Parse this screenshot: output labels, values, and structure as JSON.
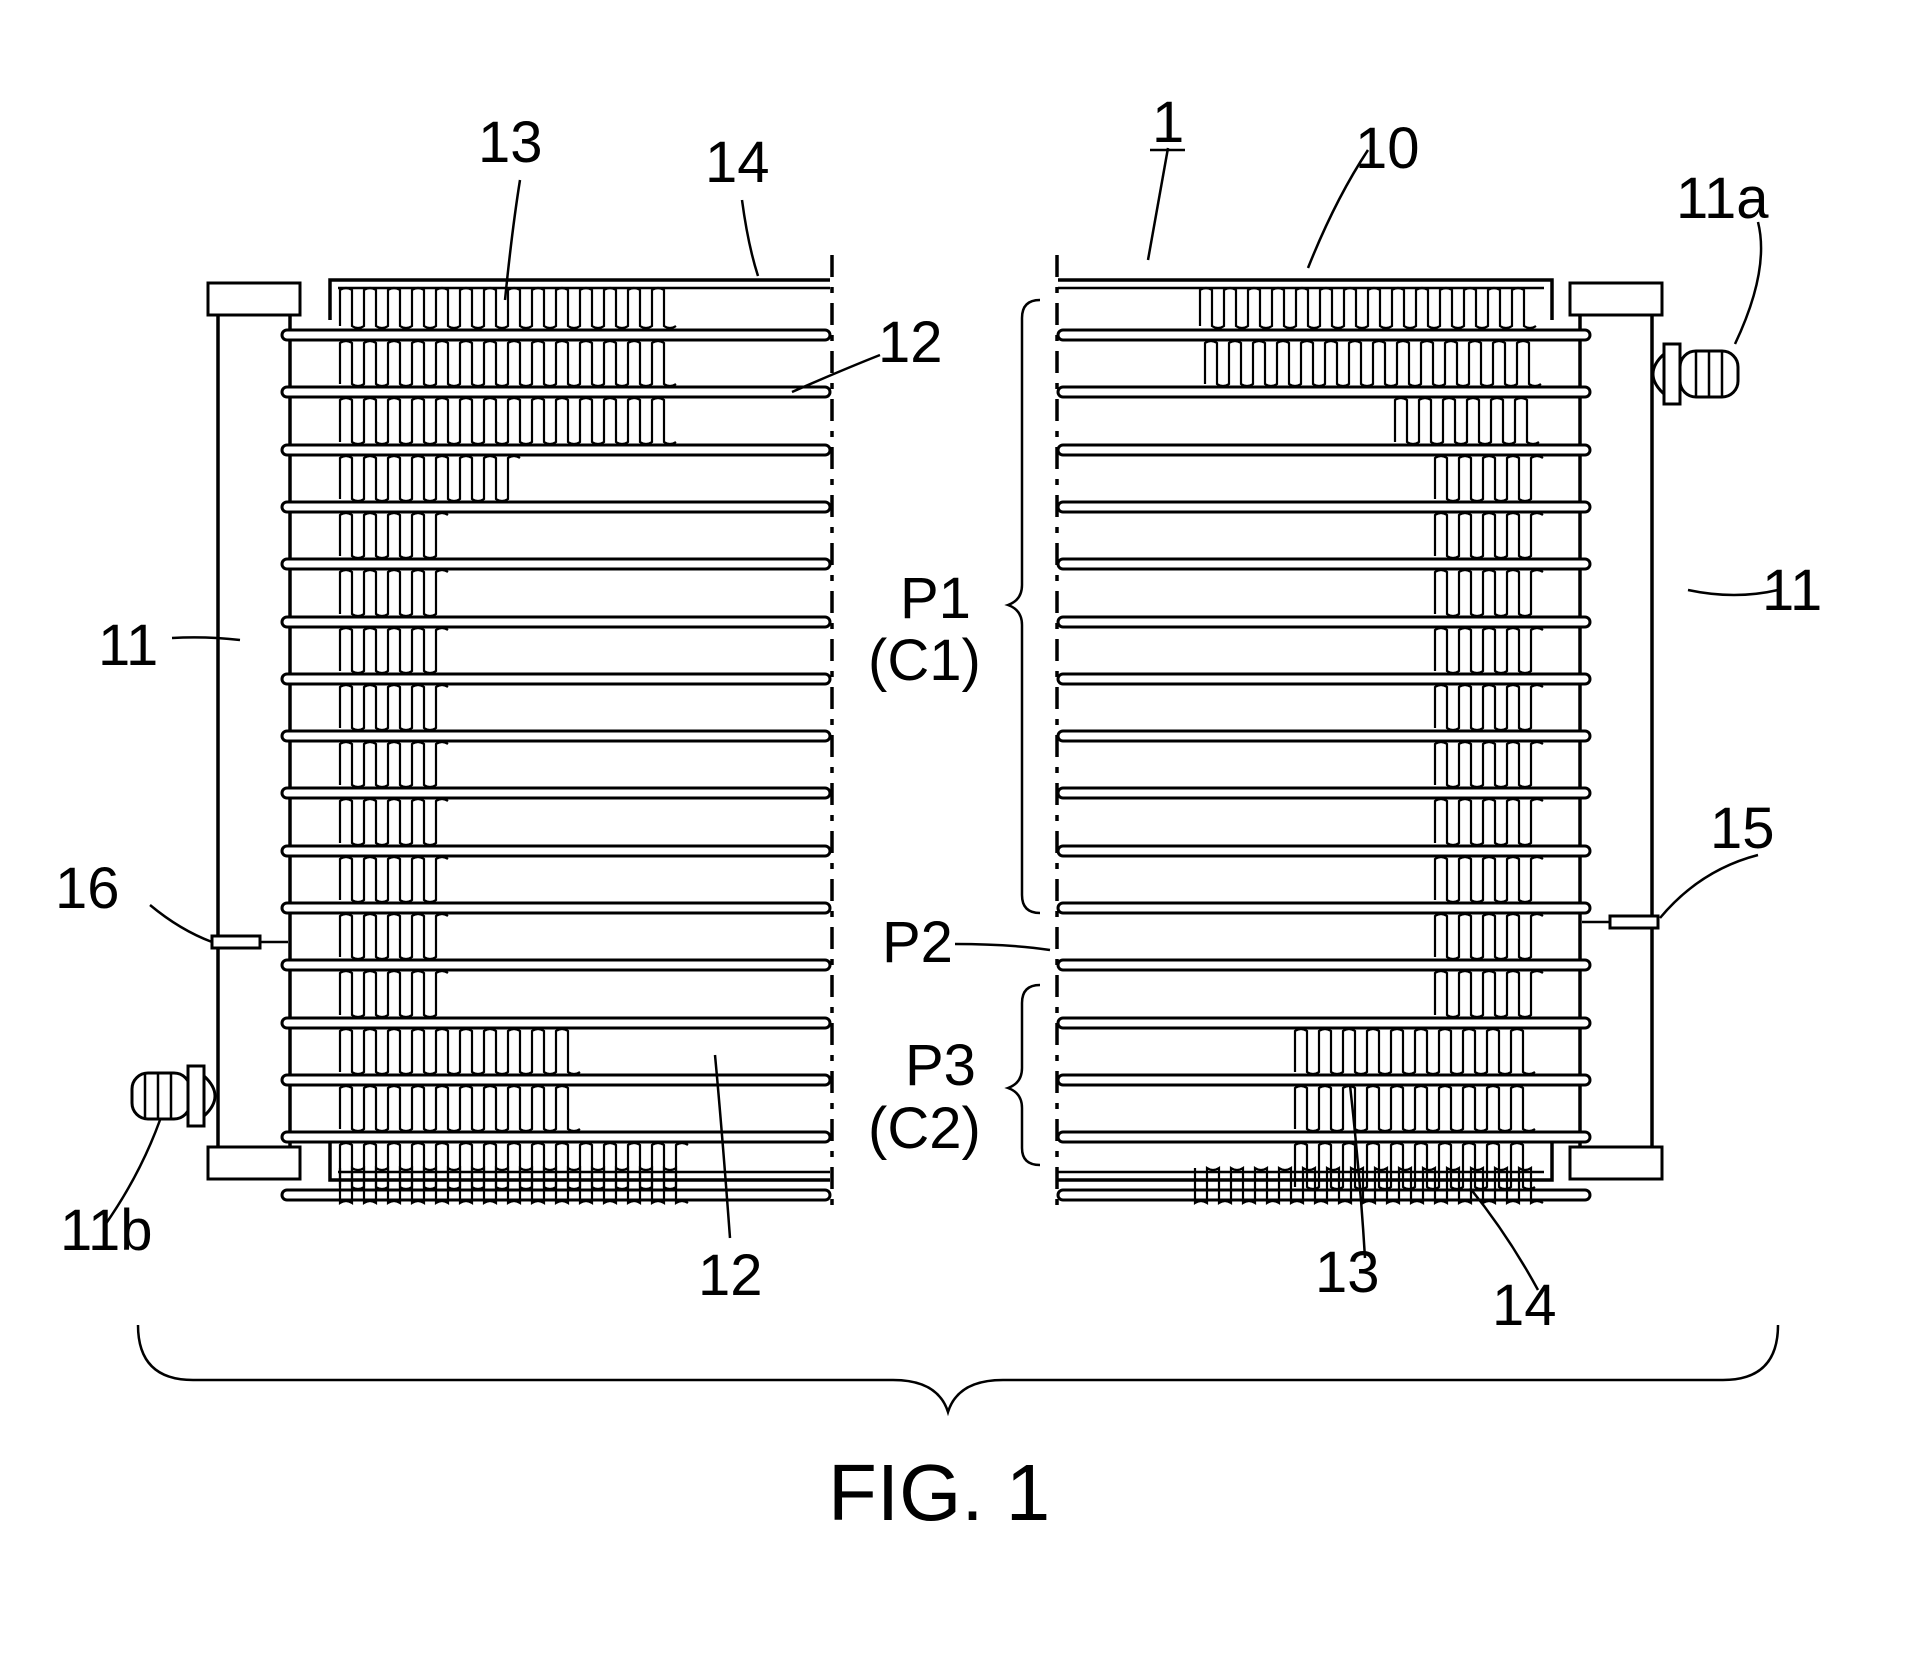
{
  "figure": {
    "caption": "FIG. 1",
    "labels": {
      "ref_1": "1",
      "ref_10": "10",
      "ref_11_left": "11",
      "ref_11_right": "11",
      "ref_11a": "11a",
      "ref_11b": "11b",
      "ref_12_top": "12",
      "ref_12_bottom": "12",
      "ref_13_top": "13",
      "ref_13_bottom": "13",
      "ref_14_top": "14",
      "ref_14_bottom": "14",
      "ref_15": "15",
      "ref_16": "16",
      "pass_P1": "P1",
      "pass_C1": "(C1)",
      "pass_P2": "P2",
      "pass_P3": "P3",
      "pass_C2": "(C2)"
    }
  }
}
